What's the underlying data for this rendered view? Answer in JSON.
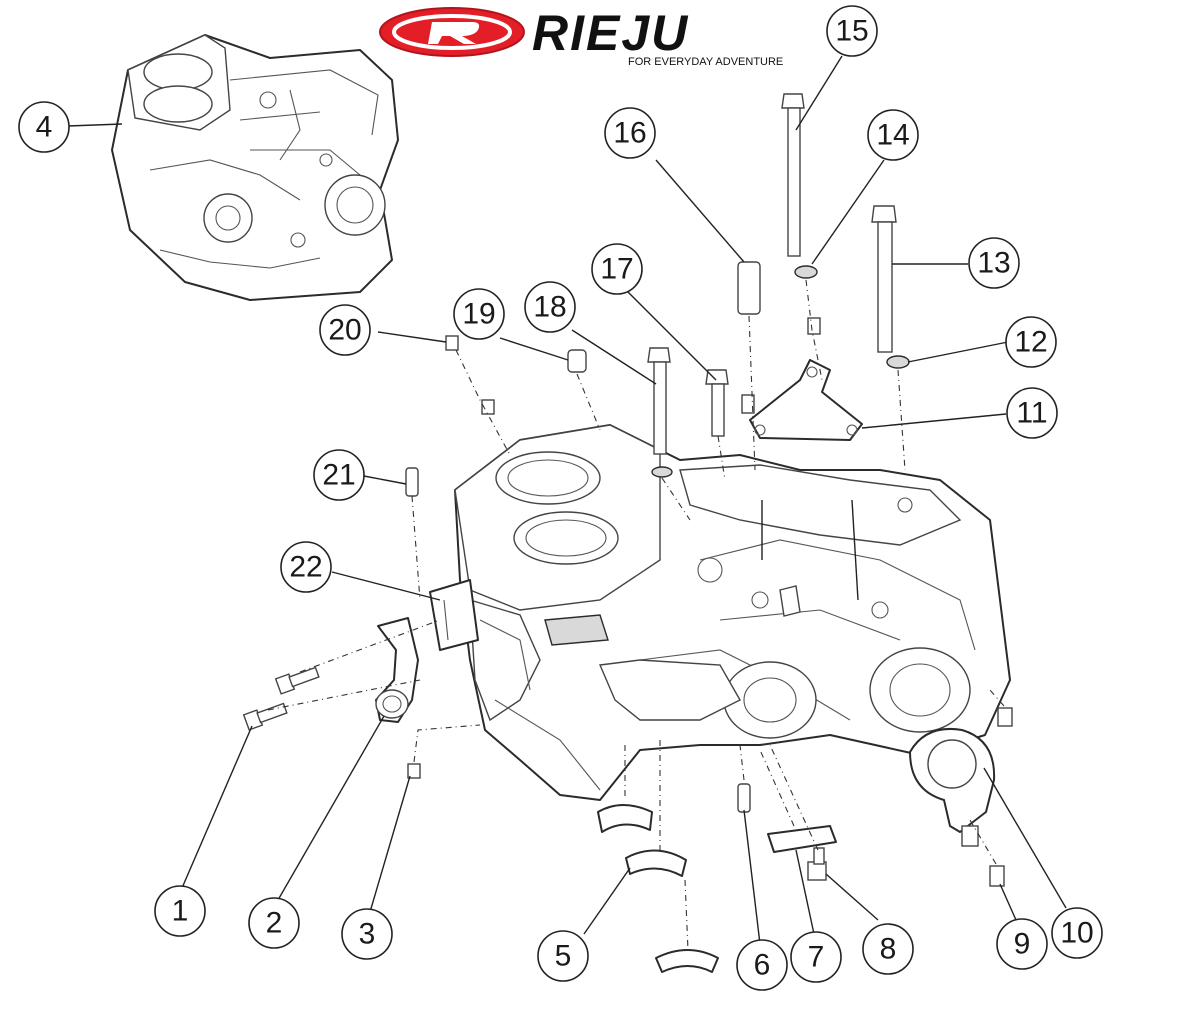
{
  "brand": {
    "wordmark": "RIEJU",
    "tagline": "FOR EVERYDAY ADVENTURE",
    "accent_color": "#e41e26"
  },
  "callouts": [
    "1",
    "2",
    "3",
    "4",
    "5",
    "6",
    "7",
    "8",
    "9",
    "10",
    "11",
    "12",
    "13",
    "14",
    "15",
    "16",
    "17",
    "18",
    "19",
    "20",
    "21",
    "22"
  ]
}
